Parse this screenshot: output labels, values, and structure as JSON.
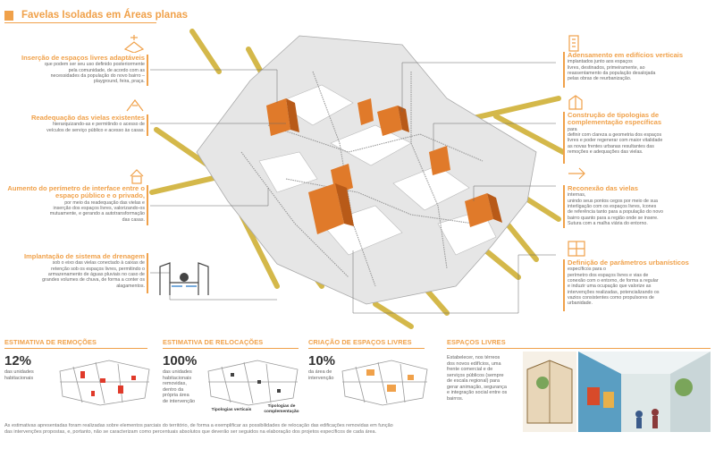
{
  "title": "Favelas Isoladas em Áreas planas",
  "callouts_left": [
    {
      "title": "Inserção de espaços livres adaptáveis",
      "lines": [
        "que podem ser seu uso definido posteriormente",
        "pela comunidade, de acordo com as",
        "necessidades da população do novo bairro –",
        "playground, feira, praça."
      ]
    },
    {
      "title": "Readequação das vielas existentes",
      "lines": [
        "hierarquizando-as e permitindo o acesso de",
        "veículos de serviço público e acesso às casas."
      ]
    },
    {
      "title": "Aumento do perímetro de interface entre o espaço público e o privado,",
      "lines": [
        "por meio da readequação das vielas e",
        "inserção dos espaços livres, valorizando-os",
        "mutuamente, e gerando a autotransformação",
        "das casas."
      ]
    },
    {
      "title": "Implantação de sistema de drenagem",
      "lines": [
        "sob o eixo das vielas conectado à caixas de",
        "retenção sob os espaços livres, permitindo o",
        "armazenamento de águas pluviais no caso de",
        "grandes volumes de chuva, de forma a conter os",
        "alagamentos."
      ]
    }
  ],
  "callouts_right": [
    {
      "title": "Adensamento em edifícios verticais",
      "lines": [
        "implantados junto aos espaços",
        "livres, destinados, primeiramente, ao",
        "reassentamento da população desalojada",
        "pelas obras de reurbanização."
      ]
    },
    {
      "title": "Construção de tipologias de complementação específicas",
      "lines": [
        "para",
        "definir com clareza a geometria dos espaços",
        "livres e poder regenerar com maior vitalidade",
        "as novas frentes urbanas resultantes das",
        "remoções e adequações das vielas."
      ]
    },
    {
      "title": "Reconexão das vielas",
      "lines": [
        "internas,",
        "unindo seus pontos cegos por meio de sua",
        "interligação com os espaços livres, ícones",
        "de referência tanto para a população do novo",
        "bairro quanto para a região onde se insere.",
        "Sutura com a malha viária do entorno."
      ]
    },
    {
      "title": "Definição de parâmetros urbanísticos",
      "lines": [
        "específicos para o",
        "perímetro dos espaços livres e vias de",
        "conexão com o entorno, de forma a regular",
        "e induzir uma ocupação que valorize as",
        "intervenções realizadas, potencializando os",
        "vazios consistentes como propulsores de",
        "urbanidade."
      ]
    }
  ],
  "stats": [
    {
      "title": "ESTIMATIVA DE REMOÇÕES",
      "value": "12%",
      "lines": [
        "das unidades",
        "habitacionais"
      ]
    },
    {
      "title": "ESTIMATIVA DE RELOCAÇÕES",
      "value": "100%",
      "lines": [
        "das unidades",
        "habitacionais",
        "removidas,",
        "dentro da",
        "própria área",
        "de intervenção"
      ]
    },
    {
      "title": "CRIAÇÃO DE ESPAÇOS LIVRES",
      "value": "10%",
      "lines": [
        "da área de",
        "intervenção"
      ]
    }
  ],
  "map_labels": {
    "tipologias_verticais": "Tipologias verticais",
    "tipologias_complementacao": [
      "Tipologias de",
      "complementação"
    ]
  },
  "espacos": {
    "title": "ESPAÇOS LIVRES",
    "lines": [
      "Estabelecer, nos térreos",
      "dos novos edifícios, uma",
      "frente comercial e de",
      "serviços públicos (sempre",
      "de escala regional) para",
      "gerar animação, segurança",
      "e integração social entre os",
      "bairros."
    ]
  },
  "footnote": [
    "As estimativas apresentadas foram realizadas sobre elementos parciais do território, de forma a exemplificar as possibilidades de relocação das edificações removidas em função",
    "das intervenções propostas, e, portanto, não se caracterizam como percentuais absolutos que deverão ser seguidos na elaboração dos projetos específicos de cada área."
  ],
  "colors": {
    "accent": "#f0a14a",
    "road": "#d4b84a",
    "plan": "#e6e6e6",
    "building": "#e07a2a"
  }
}
